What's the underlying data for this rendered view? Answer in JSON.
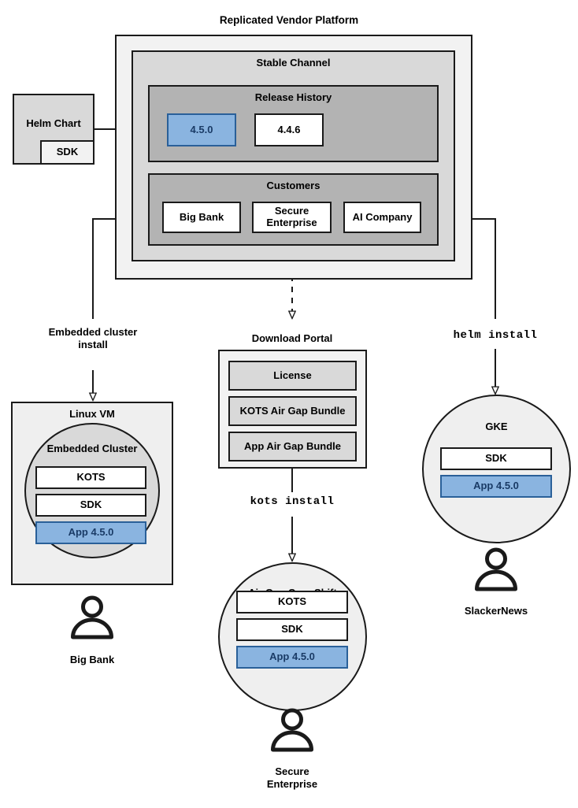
{
  "diagram": {
    "title": "Replicated Vendor Platform",
    "type": "architecture-flow"
  },
  "source": {
    "helm_chart": {
      "label": "Helm Chart",
      "sdk_label": "SDK"
    }
  },
  "platform": {
    "title": "Replicated Vendor Platform",
    "stable_channel": {
      "title": "Stable Channel",
      "release_history": {
        "title": "Release History",
        "releases": [
          {
            "version": "4.5.0",
            "highlighted": true
          },
          {
            "version": "4.4.6",
            "highlighted": false
          }
        ]
      },
      "customers": {
        "title": "Customers",
        "items": [
          {
            "name": "Big Bank"
          },
          {
            "name": "Secure\nEnterprise"
          },
          {
            "name": "AI Company"
          }
        ]
      }
    }
  },
  "flows": {
    "embedded": {
      "label": "Embedded cluster\ninstall"
    },
    "download_portal": {
      "label": "Download Portal"
    },
    "kots": {
      "label": "kots install"
    },
    "helm": {
      "label": "helm install"
    }
  },
  "download_portal": {
    "title": "Download Portal",
    "artifacts": [
      {
        "label": "License"
      },
      {
        "label": "KOTS Air Gap Bundle"
      },
      {
        "label": "App Air Gap Bundle"
      }
    ]
  },
  "targets": {
    "linux_vm": {
      "title": "Linux VM",
      "cluster_title": "Embedded Cluster",
      "components": [
        {
          "label": "KOTS",
          "highlighted": false
        },
        {
          "label": "SDK",
          "highlighted": false
        },
        {
          "label": "App 4.5.0",
          "highlighted": true
        }
      ],
      "persona": "Big Bank"
    },
    "airgap_openshift": {
      "title": "Air Gap OpenShift",
      "components": [
        {
          "label": "KOTS",
          "highlighted": false
        },
        {
          "label": "SDK",
          "highlighted": false
        },
        {
          "label": "App 4.5.0",
          "highlighted": true
        }
      ],
      "persona": "Secure\nEnterprise"
    },
    "gke": {
      "title": "GKE",
      "components": [
        {
          "label": "SDK",
          "highlighted": false
        },
        {
          "label": "App 4.5.0",
          "highlighted": true
        }
      ],
      "persona": "SlackerNews"
    }
  },
  "colors": {
    "stroke": "#1a1a1a",
    "outer_fill": "#f2f2f2",
    "channel_fill": "#d9d9d9",
    "section_fill": "#b3b3b3",
    "highlight_fill": "#8ab4e0",
    "highlight_stroke": "#2a6099",
    "highlight_text": "#1a3b66",
    "circle_fill": "#efefef",
    "canvas": "#ffffff"
  }
}
